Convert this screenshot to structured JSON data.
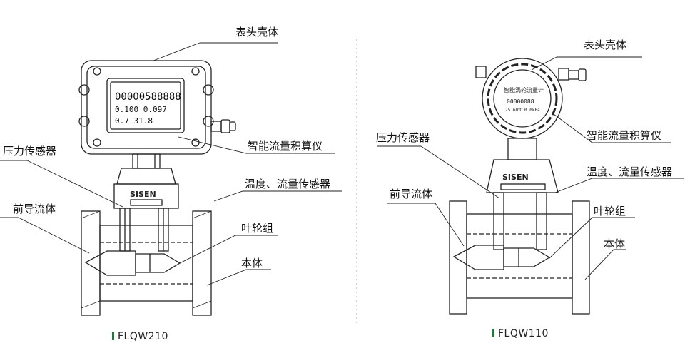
{
  "colors": {
    "line": "#222222",
    "caption_bar": "#1f7a3a",
    "divider": "#bbbbbb"
  },
  "left": {
    "labels": {
      "housing": "表头壳体",
      "totalizer": "智能流量积算仪",
      "pressure": "压力传感器",
      "temp_pressure": "温度、流量传感器",
      "front_body": "前导流体",
      "impeller": "叶轮组",
      "body": "本体"
    },
    "lcd": {
      "line1": "00000588888",
      "line2": "0.100 0.097",
      "line3": "0.7 31.8"
    },
    "brand": "SISEN",
    "caption": "FLQW210"
  },
  "right": {
    "labels": {
      "housing": "表头壳体",
      "totalizer": "智能流量积算仪",
      "pressure": "压力传感器",
      "temp_pressure": "温度、流量传感器",
      "front_body": "前导流体",
      "impeller": "叶轮组",
      "body": "本体"
    },
    "display": {
      "title": "智能涡轮流量计",
      "total": "00000088",
      "temp": "25.60℃",
      "pres": "0.0kPa"
    },
    "brand": "SISEN",
    "caption": "FLQW110"
  }
}
